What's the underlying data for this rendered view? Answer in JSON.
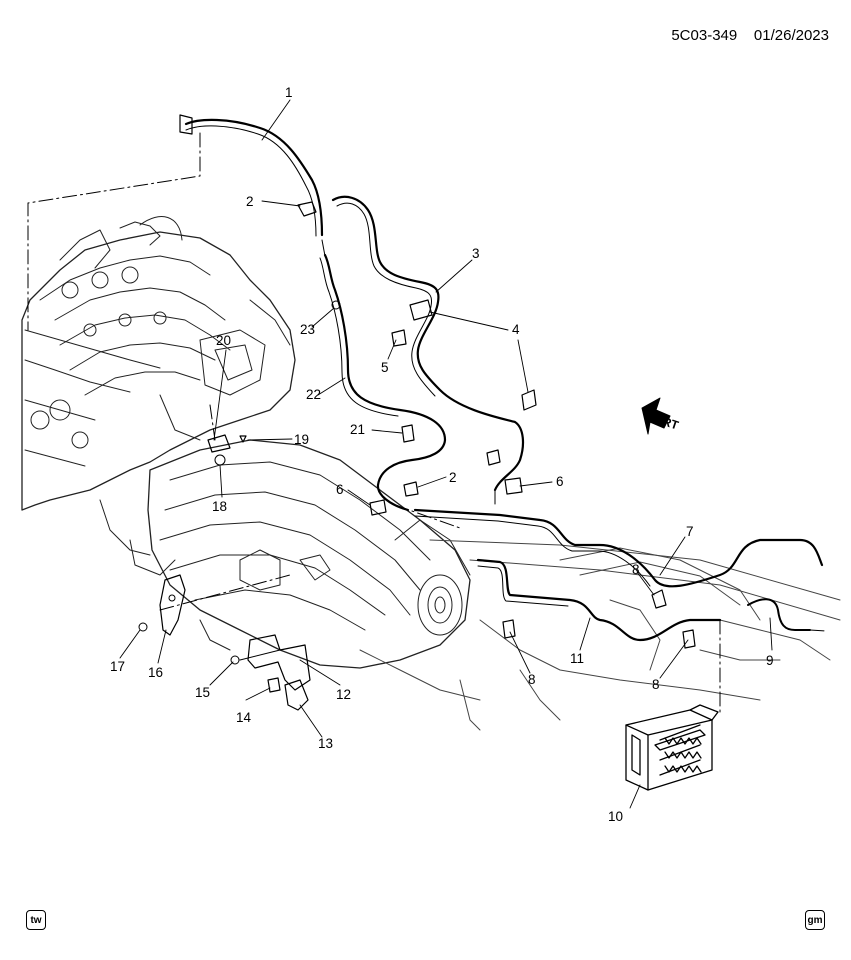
{
  "document": {
    "id": "5C03-349",
    "date": "01/26/2023"
  },
  "direction_label": "FRT",
  "badges": {
    "left": "tw",
    "right": "gm"
  },
  "callouts": [
    {
      "n": "1"
    },
    {
      "n": "2"
    },
    {
      "n": "2"
    },
    {
      "n": "3"
    },
    {
      "n": "4"
    },
    {
      "n": "5"
    },
    {
      "n": "6"
    },
    {
      "n": "6"
    },
    {
      "n": "7"
    },
    {
      "n": "8"
    },
    {
      "n": "8"
    },
    {
      "n": "8"
    },
    {
      "n": "9"
    },
    {
      "n": "10"
    },
    {
      "n": "11"
    },
    {
      "n": "12"
    },
    {
      "n": "13"
    },
    {
      "n": "14"
    },
    {
      "n": "15"
    },
    {
      "n": "16"
    },
    {
      "n": "17"
    },
    {
      "n": "18"
    },
    {
      "n": "19"
    },
    {
      "n": "20"
    },
    {
      "n": "21"
    },
    {
      "n": "22"
    },
    {
      "n": "23"
    }
  ]
}
